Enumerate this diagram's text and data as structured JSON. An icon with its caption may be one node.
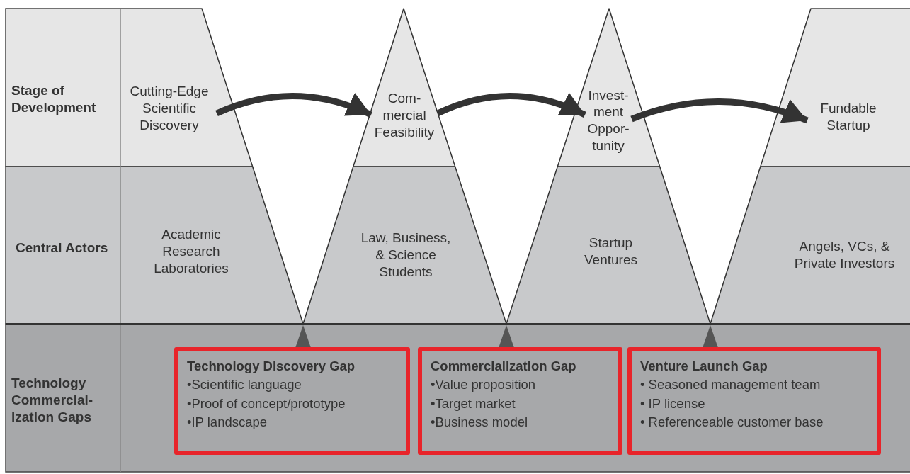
{
  "diagram": {
    "nodes": [
      {
        "text": [
          "Stage of Development"
        ]
      },
      {
        "text": [
          "Central Actors"
        ]
      },
      {
        "text": [
          "Technology Commercial-ization Gaps"
        ]
      },
      {
        "text": [
          "Cutting-Edge Scientific Discovery"
        ]
      },
      {
        "text": [
          "Com-mercial Feasibility"
        ]
      },
      {
        "text": [
          "Invest-ment Oppor-tunity"
        ]
      },
      {
        "text": [
          "Fundable Startup"
        ]
      },
      {
        "text": [
          "Academic Research Laboratories"
        ]
      },
      {
        "text": [
          "Law, Business, & Science Students"
        ]
      },
      {
        "text": [
          "Startup Ventures"
        ]
      },
      {
        "text": [
          "Angels, VCs, & Private Investors"
        ]
      },
      {
        "text": [
          "Technology Discovery Gap",
          "•Scientific language",
          "•Proof of concept/prototype",
          "•IP landscape"
        ]
      },
      {
        "text": [
          "Commercialization Gap",
          "•Value proposition",
          "•Target market",
          "•Business model"
        ]
      },
      {
        "text": [
          "Venture Launch Gap",
          "• Seasoned management team",
          "• IP license",
          "• Referenceable customer base"
        ]
      }
    ],
    "edges": [
      {
        "from": 3,
        "to": 4,
        "arrow": "to"
      },
      {
        "from": 4,
        "to": 5,
        "arrow": "to"
      },
      {
        "from": 5,
        "to": 6,
        "arrow": "to"
      }
    ]
  }
}
